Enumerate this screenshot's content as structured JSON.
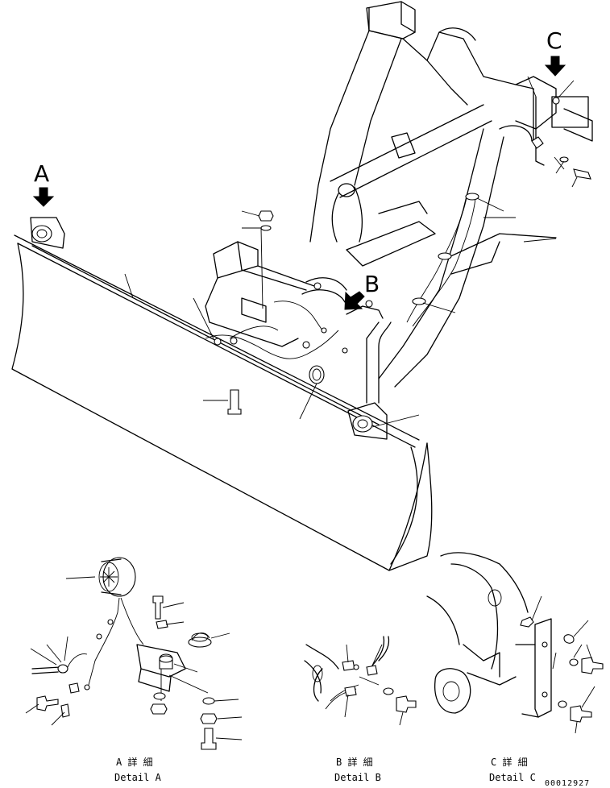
{
  "markers": {
    "a": "A",
    "b": "B",
    "c": "C"
  },
  "captions": {
    "detail_a": {
      "jp": "A 詳 細",
      "en": "Detail A"
    },
    "detail_b": {
      "jp": "B 詳 細",
      "en": "Detail B"
    },
    "detail_c": {
      "jp": "C 詳 細",
      "en": "Detail C"
    }
  },
  "document_number": "00012927",
  "icons": [
    "arrow-down-icon",
    "arrow-diagonal-icon",
    "lamp-icon",
    "bolt-icon",
    "nut-icon",
    "washer-icon",
    "clip-icon"
  ]
}
